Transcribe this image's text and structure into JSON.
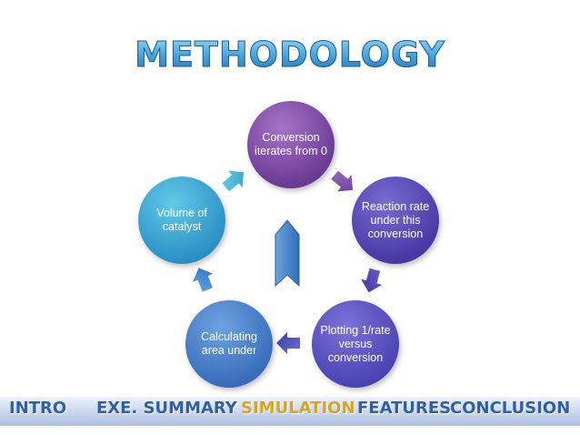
{
  "title": "METHODOLOGY",
  "cycle": {
    "nodes": [
      {
        "label": "Conversion iterates from 0"
      },
      {
        "label": "Reaction rate under this conversion"
      },
      {
        "label": "Plotting 1/rate versus conversion"
      },
      {
        "label": "Calculating area under"
      },
      {
        "label": "Volume of catalyst"
      }
    ]
  },
  "nav": {
    "items": [
      {
        "label": "INTRO"
      },
      {
        "label": "EXE. SUMMARY"
      },
      {
        "label": "SIMULATION",
        "active": true
      },
      {
        "label": "FEATURES"
      },
      {
        "label": "CONCLUSION"
      }
    ]
  },
  "colors": {
    "title": "#3b8fd2",
    "nav_text": "#2f5fa8",
    "nav_active": "#d7a521",
    "node1": "#7b4aa8",
    "node2": "#4b3aa6",
    "node3": "#4c45b4",
    "node4": "#3a6fbd",
    "node5": "#2b93c6"
  }
}
